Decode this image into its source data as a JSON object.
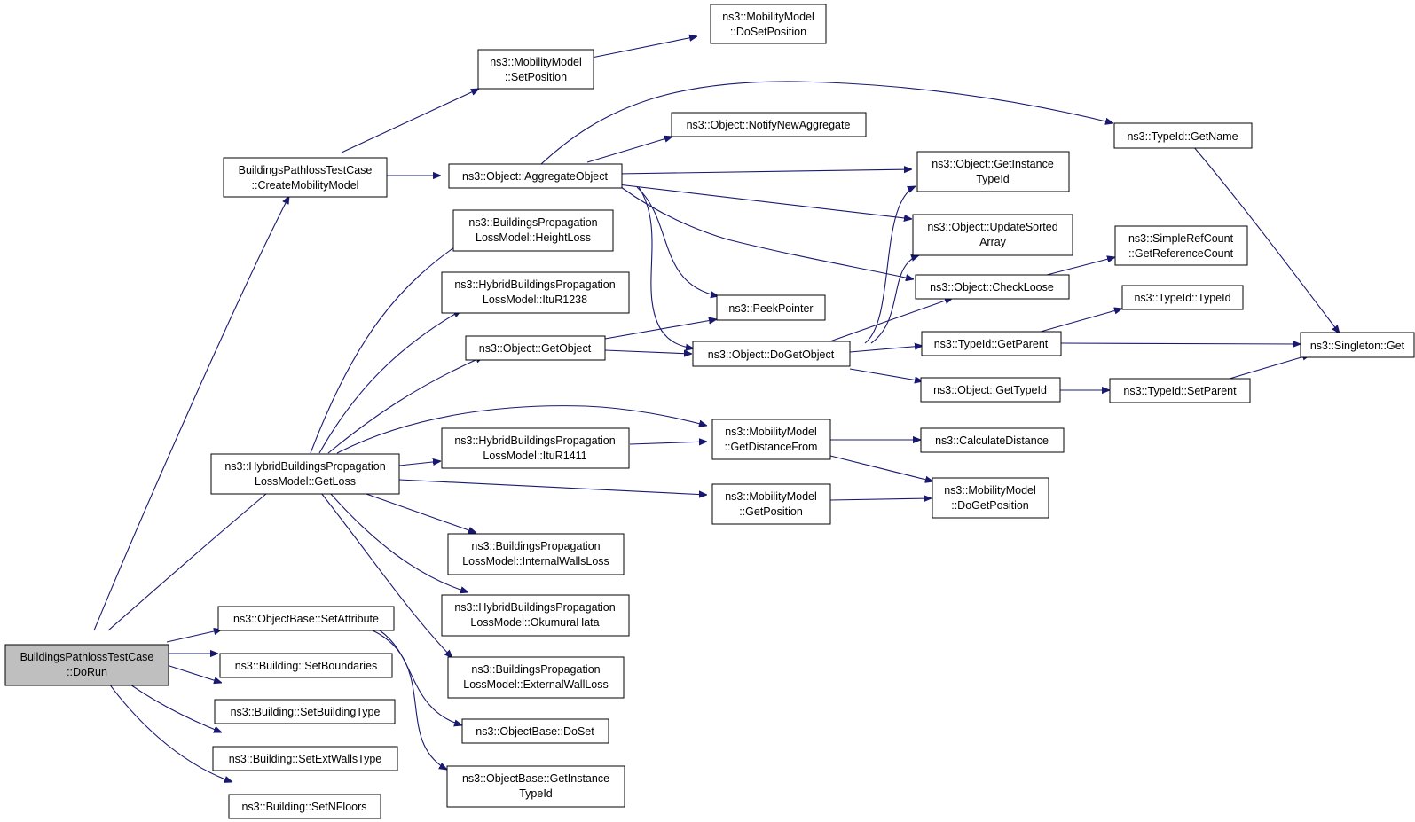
{
  "colors": {
    "edge": "#191970",
    "root_fill": "#bfbfbf",
    "node_fill": "#ffffff",
    "border": "#000000"
  },
  "nodes": [
    {
      "id": "dorun",
      "lines": [
        "BuildingsPathlossTestCase",
        "::DoRun"
      ],
      "root": true
    },
    {
      "id": "createmob",
      "lines": [
        "BuildingsPathlossTestCase",
        "::CreateMobilityModel"
      ]
    },
    {
      "id": "getloss",
      "lines": [
        "ns3::HybridBuildingsPropagation",
        "LossModel::GetLoss"
      ]
    },
    {
      "id": "setattr",
      "lines": [
        "ns3::ObjectBase::SetAttribute"
      ]
    },
    {
      "id": "setbound",
      "lines": [
        "ns3::Building::SetBoundaries"
      ]
    },
    {
      "id": "setbtype",
      "lines": [
        "ns3::Building::SetBuildingType"
      ]
    },
    {
      "id": "setext",
      "lines": [
        "ns3::Building::SetExtWallsType"
      ]
    },
    {
      "id": "setnfl",
      "lines": [
        "ns3::Building::SetNFloors"
      ]
    },
    {
      "id": "setpos",
      "lines": [
        "ns3::MobilityModel",
        "::SetPosition"
      ]
    },
    {
      "id": "dosetpos",
      "lines": [
        "ns3::MobilityModel",
        "::DoSetPosition"
      ]
    },
    {
      "id": "aggobj",
      "lines": [
        "ns3::Object::AggregateObject"
      ]
    },
    {
      "id": "notify",
      "lines": [
        "ns3::Object::NotifyNewAggregate"
      ]
    },
    {
      "id": "heightloss",
      "lines": [
        "ns3::BuildingsPropagation",
        "LossModel::HeightLoss"
      ]
    },
    {
      "id": "itu1238",
      "lines": [
        "ns3::HybridBuildingsPropagation",
        "LossModel::ItuR1238"
      ]
    },
    {
      "id": "getobj",
      "lines": [
        "ns3::Object::GetObject"
      ]
    },
    {
      "id": "itu1411",
      "lines": [
        "ns3::HybridBuildingsPropagation",
        "LossModel::ItuR1411"
      ]
    },
    {
      "id": "internal",
      "lines": [
        "ns3::BuildingsPropagation",
        "LossModel::InternalWallsLoss"
      ]
    },
    {
      "id": "okumura",
      "lines": [
        "ns3::HybridBuildingsPropagation",
        "LossModel::OkumuraHata"
      ]
    },
    {
      "id": "external",
      "lines": [
        "ns3::BuildingsPropagation",
        "LossModel::ExternalWallLoss"
      ]
    },
    {
      "id": "doset",
      "lines": [
        "ns3::ObjectBase::DoSet"
      ]
    },
    {
      "id": "getinsttid_ob",
      "lines": [
        "ns3::ObjectBase::GetInstance",
        "TypeId"
      ]
    },
    {
      "id": "peek",
      "lines": [
        "ns3::PeekPointer"
      ]
    },
    {
      "id": "dogetobj",
      "lines": [
        "ns3::Object::DoGetObject"
      ]
    },
    {
      "id": "getdist",
      "lines": [
        "ns3::MobilityModel",
        "::GetDistanceFrom"
      ]
    },
    {
      "id": "getposition",
      "lines": [
        "ns3::MobilityModel",
        "::GetPosition"
      ]
    },
    {
      "id": "getinsttid_o",
      "lines": [
        "ns3::Object::GetInstance",
        "TypeId"
      ]
    },
    {
      "id": "updsorted",
      "lines": [
        "ns3::Object::UpdateSorted",
        "Array"
      ]
    },
    {
      "id": "checkloose",
      "lines": [
        "ns3::Object::CheckLoose"
      ]
    },
    {
      "id": "getparent",
      "lines": [
        "ns3::TypeId::GetParent"
      ]
    },
    {
      "id": "gettid",
      "lines": [
        "ns3::Object::GetTypeId"
      ]
    },
    {
      "id": "calcdist",
      "lines": [
        "ns3::CalculateDistance"
      ]
    },
    {
      "id": "dogetpos",
      "lines": [
        "ns3::MobilityModel",
        "::DoGetPosition"
      ]
    },
    {
      "id": "getname",
      "lines": [
        "ns3::TypeId::GetName"
      ]
    },
    {
      "id": "getrefcnt",
      "lines": [
        "ns3::SimpleRefCount",
        "::GetReferenceCount"
      ]
    },
    {
      "id": "typeid",
      "lines": [
        "ns3::TypeId::TypeId"
      ]
    },
    {
      "id": "setparent",
      "lines": [
        "ns3::TypeId::SetParent"
      ]
    },
    {
      "id": "singleton",
      "lines": [
        "ns3::Singleton::Get"
      ]
    }
  ]
}
